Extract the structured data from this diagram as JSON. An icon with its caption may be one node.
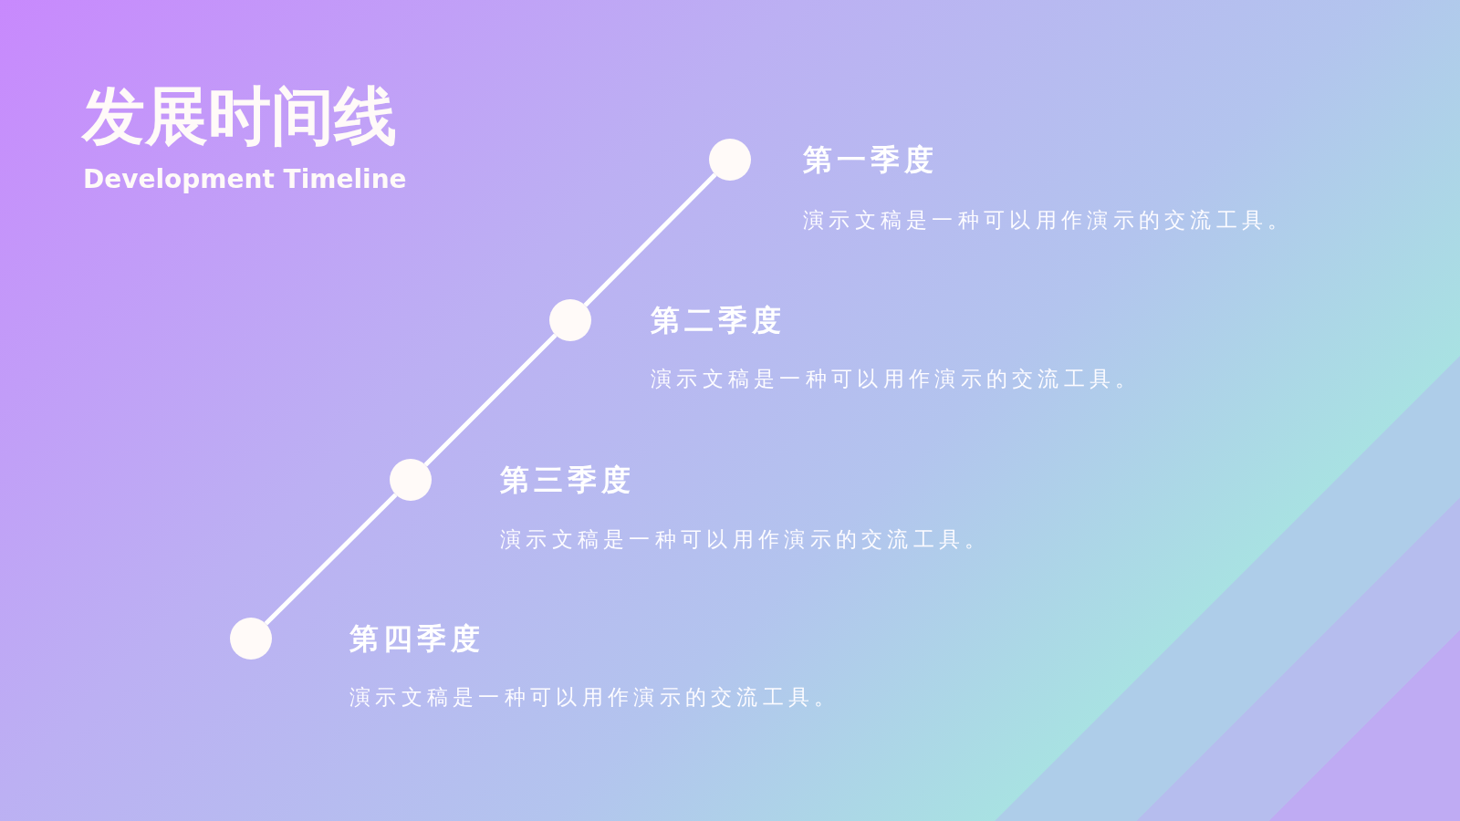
{
  "diagram": {
    "title": "发展时间线",
    "nodes": [
      {
        "text": [],
        "shape": "circle",
        "beside": [
          "第一季度",
          "演示文稿是一种可以用作演示的交流工具。"
        ]
      },
      {
        "text": [],
        "shape": "circle",
        "beside": [
          "第二季度",
          "演示文稿是一种可以用作演示的交流工具。"
        ]
      },
      {
        "text": [],
        "shape": "circle",
        "beside": [
          "第三季度",
          "演示文稿是一种可以用作演示的交流工具。"
        ]
      },
      {
        "text": [],
        "shape": "circle",
        "beside": [
          "第四季度",
          "演示文稿是一种可以用作演示的交流工具。"
        ]
      }
    ],
    "edges": [
      {
        "from": 0,
        "to": 1,
        "arrow": "none"
      },
      {
        "from": 1,
        "to": 2,
        "arrow": "none"
      },
      {
        "from": 2,
        "to": 3,
        "arrow": "none"
      }
    ],
    "labels": [
      "Development Timeline"
    ]
  }
}
